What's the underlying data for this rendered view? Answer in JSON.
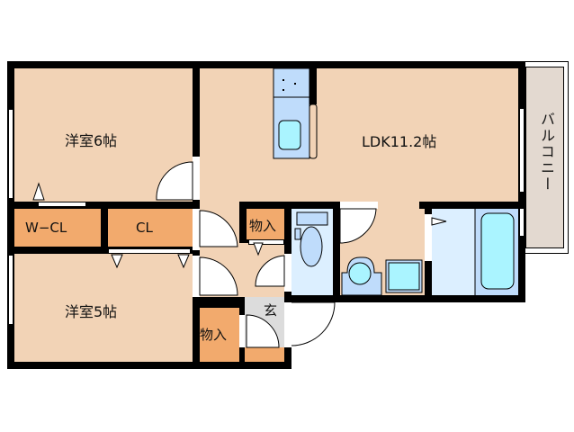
{
  "floor_plan": {
    "rooms": [
      {
        "id": "western1",
        "label": "洋室6帖"
      },
      {
        "id": "western2",
        "label": "洋室5帖"
      },
      {
        "id": "ldk",
        "label": "LDK11.2帖"
      },
      {
        "id": "wcl",
        "label": "W−CL"
      },
      {
        "id": "cl",
        "label": "CL"
      },
      {
        "id": "storage1",
        "label": "物入"
      },
      {
        "id": "storage2",
        "label": "物入"
      },
      {
        "id": "entrance",
        "label": "玄"
      },
      {
        "id": "balcony",
        "label": "バルコニー"
      }
    ],
    "colors": {
      "room": "#f2d3b6",
      "storage": "#f2aa6d",
      "wet_area": "#dcefff",
      "fixture": "#bfdcfb",
      "water": "#aaf4ff",
      "entrance": "#dcdcdc",
      "balcony": "#e3d9d0",
      "wall": "#000000"
    }
  }
}
